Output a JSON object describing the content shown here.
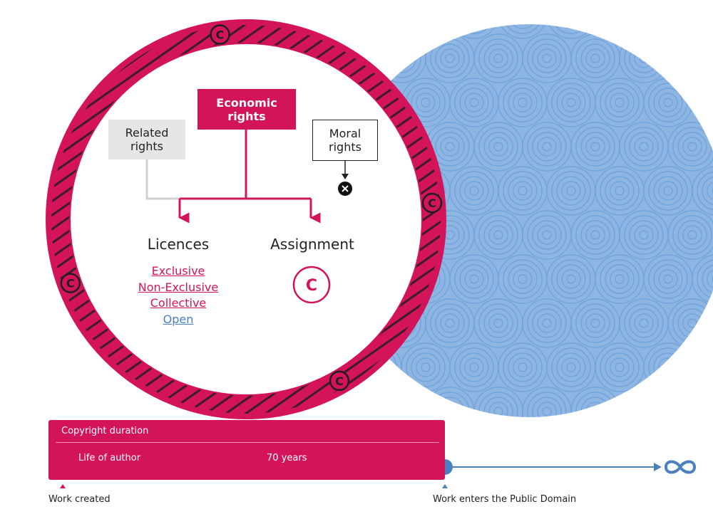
{
  "boxes": {
    "economic": [
      "Economic",
      "rights"
    ],
    "related": [
      "Related",
      "rights"
    ],
    "moral": [
      "Moral",
      "rights"
    ]
  },
  "licences": {
    "heading": "Licences",
    "items": [
      {
        "label": "Exclusive",
        "color": "#d4145a"
      },
      {
        "label": "Non-Exclusive",
        "color": "#d4145a"
      },
      {
        "label": "Collective",
        "color": "#d4145a"
      },
      {
        "label": "Open",
        "color": "#4a7fc0"
      }
    ]
  },
  "assignment": {
    "heading": "Assignment",
    "icon": "copyright-icon",
    "icon_letter": "C"
  },
  "timeline": {
    "title": "Copyright duration",
    "segments": [
      "Life of author",
      "70 years"
    ],
    "start_caption": "Work created",
    "end_caption": "Work enters the Public Domain",
    "end_icon": "infinity-icon",
    "end_symbol": "∞"
  },
  "colors": {
    "copyright": "#d4145a",
    "public_domain": "#8fb6e3",
    "related": "#e6e6e6",
    "open": "#4a7fc0"
  }
}
